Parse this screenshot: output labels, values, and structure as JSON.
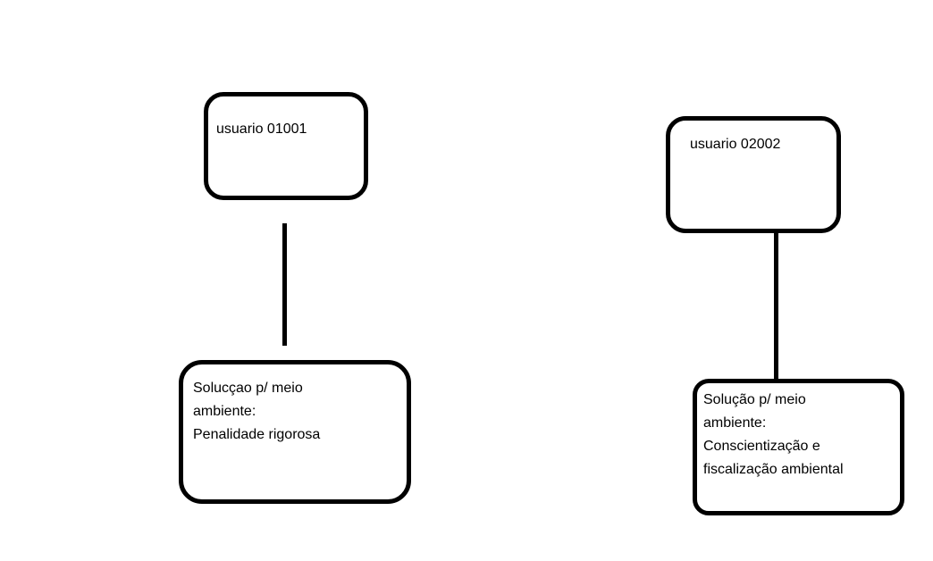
{
  "diagram": {
    "background_color": "#ffffff",
    "stroke_color": "#000000",
    "nodes": {
      "user1": {
        "label": "usuario 01001"
      },
      "solution1": {
        "label": "Solucçao p/ meio\nambiente:\nPenalidade rigorosa"
      },
      "user2": {
        "label": "usuario 02002"
      },
      "solution2": {
        "label": "Solução p/ meio\nambiente:\nConscientização e\nfiscalização ambiental"
      }
    },
    "connectors": [
      {
        "from": "user1",
        "to": "solution1"
      },
      {
        "from": "user2",
        "to": "solution2"
      }
    ]
  }
}
